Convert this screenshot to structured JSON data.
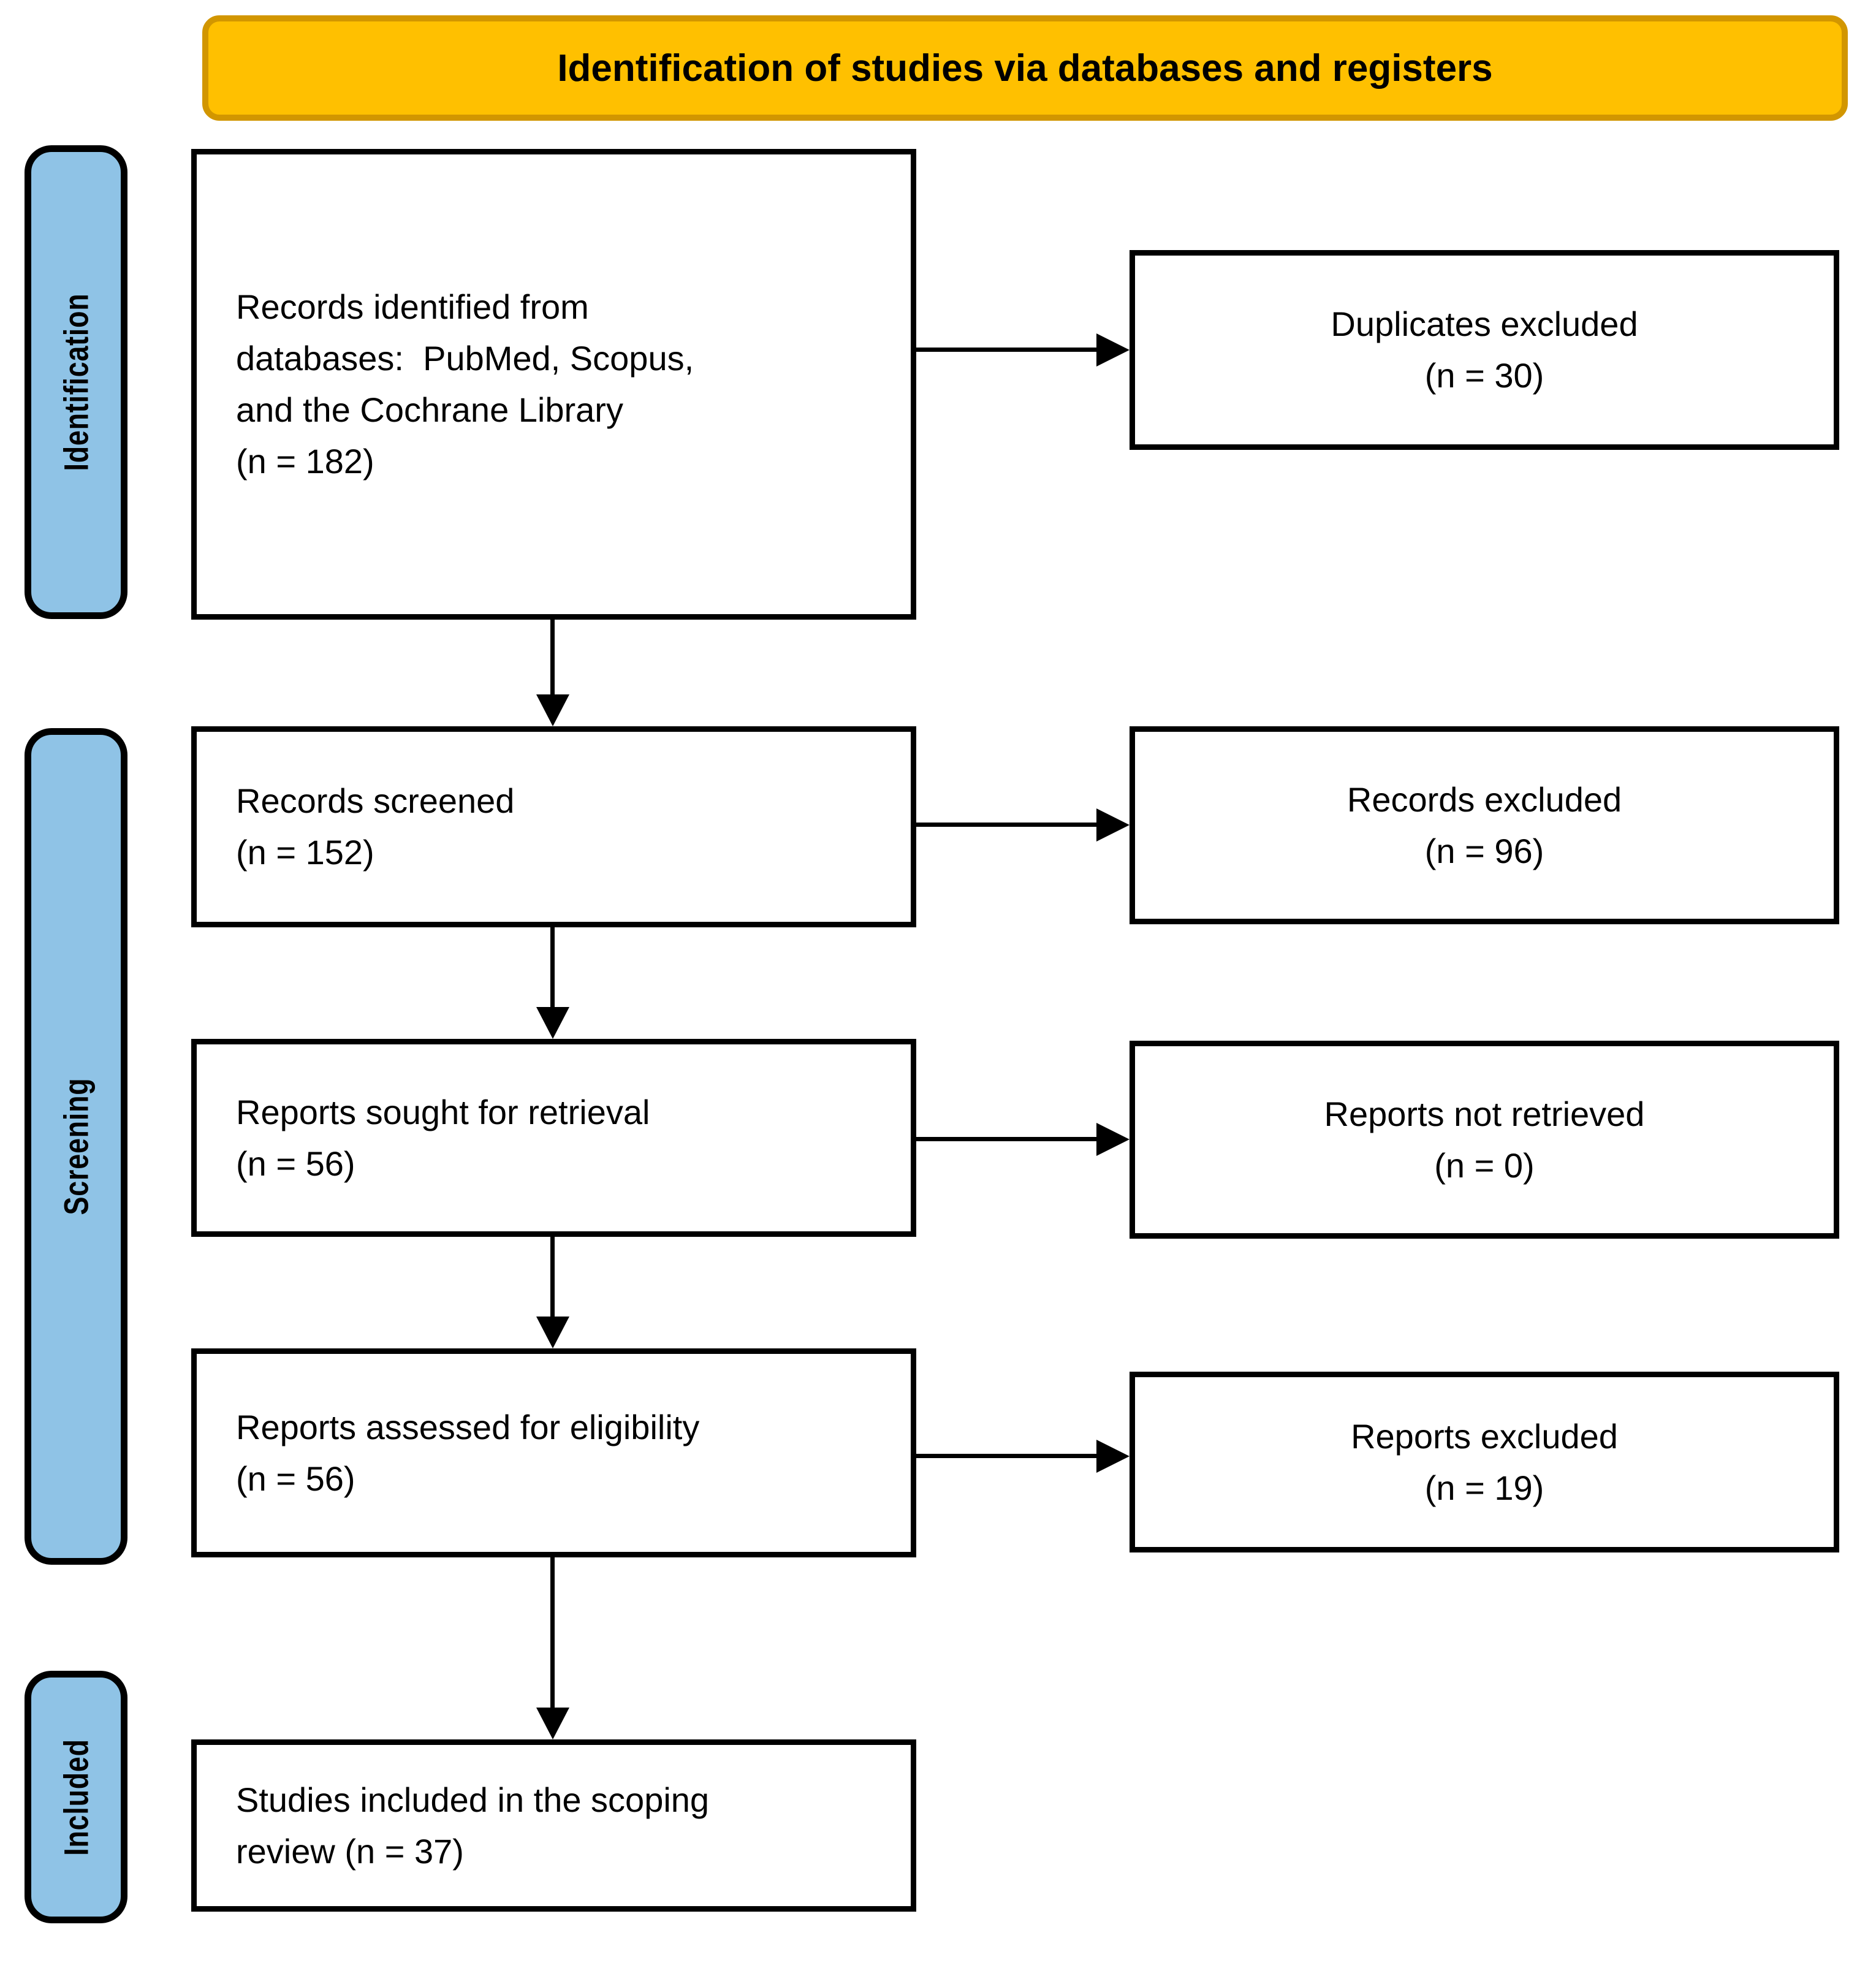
{
  "header": {
    "title": "Identification of studies via databases and registers",
    "fill_color": "#FFC000",
    "border_color": "#D29600"
  },
  "sidebar": {
    "fill_color": "#8FC3E6",
    "stages": [
      {
        "label": "Identification"
      },
      {
        "label": "Screening"
      },
      {
        "label": "Included"
      }
    ]
  },
  "flow": {
    "main_boxes": [
      {
        "name": "records-identified",
        "text": "Records identified from\ndatabases:  PubMed, Scopus,\nand the Cochrane Library\n(n = 182)"
      },
      {
        "name": "records-screened",
        "text": "Records screened\n(n = 152)"
      },
      {
        "name": "reports-sought",
        "text": "Reports sought for retrieval\n(n = 56)"
      },
      {
        "name": "reports-assessed",
        "text": "Reports assessed for eligibility\n(n = 56)"
      },
      {
        "name": "studies-included",
        "text": "Studies included in the scoping\nreview (n = 37)"
      }
    ],
    "side_boxes": [
      {
        "name": "duplicates-excluded",
        "text": "Duplicates excluded\n(n = 30)"
      },
      {
        "name": "records-excluded",
        "text": "Records excluded\n(n = 96)"
      },
      {
        "name": "reports-not-retrieved",
        "text": "Reports not retrieved\n(n = 0)"
      },
      {
        "name": "reports-excluded",
        "text": "Reports excluded\n(n = 19)"
      }
    ],
    "counts": {
      "records_identified": 182,
      "duplicates_excluded": 30,
      "records_screened": 152,
      "records_excluded": 96,
      "reports_sought": 56,
      "reports_not_retrieved": 0,
      "reports_assessed": 56,
      "reports_excluded": 19,
      "studies_included": 37
    }
  }
}
